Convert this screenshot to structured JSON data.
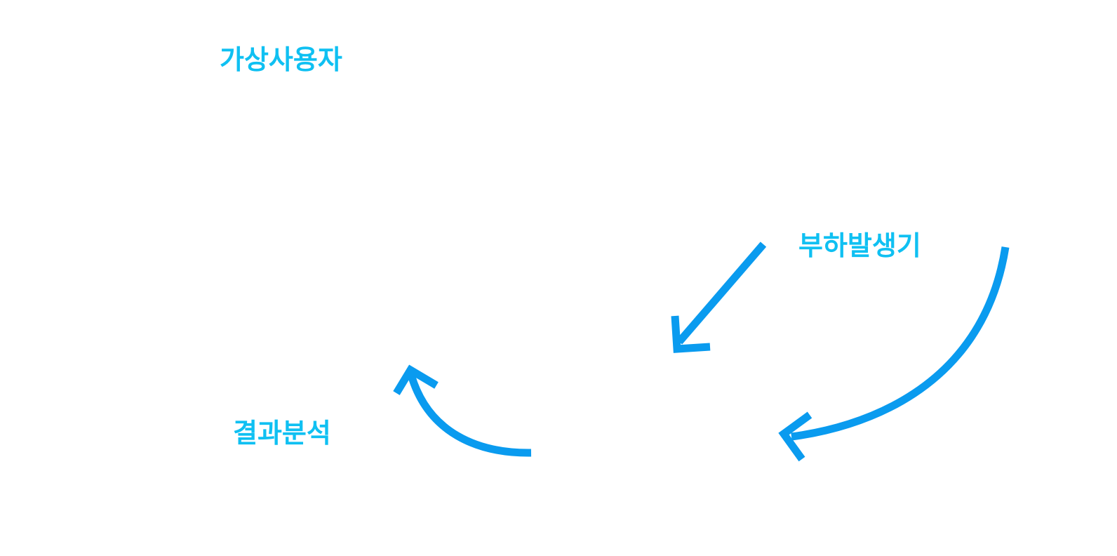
{
  "nodes": {
    "virtual_users": "가상사용자",
    "load_generator": "부하발생기",
    "result_analysis": "결과분석"
  },
  "colors": {
    "label": "#0fc0f2",
    "arrow": "#0a9bef",
    "background": "#ffffff"
  }
}
